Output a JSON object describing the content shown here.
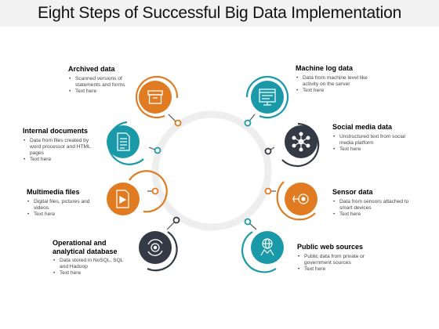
{
  "title": "Eight Steps of Successful Big Data Implementation",
  "colors": {
    "orange": "#e07b22",
    "teal": "#1a9aa8",
    "dark": "#343a45",
    "ring": "#eeeeee"
  },
  "steps": [
    {
      "name": "Archived data",
      "lines": [
        "Scanned versions of statements and forms"
      ],
      "more": "Text here",
      "color": "orange",
      "icon": "archive-box-icon"
    },
    {
      "name": "Internal documents",
      "lines": [
        "Data from files created by word processor and HTML pages"
      ],
      "more": "Text here",
      "color": "teal",
      "icon": "document-icon"
    },
    {
      "name": "Multimedia files",
      "lines": [
        "Digital files, pictures and videos"
      ],
      "more": "Text here",
      "color": "orange",
      "icon": "media-file-icon"
    },
    {
      "name": "Operational and analytical database",
      "lines": [
        "Data stored in NoSQL, SQL and Hadoop"
      ],
      "more": "Text here",
      "color": "dark",
      "icon": "database-cycle-icon"
    },
    {
      "name": "Machine log data",
      "lines": [
        "Data from machine level like activity on the server"
      ],
      "more": "Text here",
      "color": "teal",
      "icon": "server-log-icon"
    },
    {
      "name": "Social media data",
      "lines": [
        "Unstructured text from social media platform"
      ],
      "more": "Text here",
      "color": "dark",
      "icon": "social-network-icon"
    },
    {
      "name": "Sensor data",
      "lines": [
        "Data from sensors attached to smart devices"
      ],
      "more": "Text here",
      "color": "orange",
      "icon": "sensor-icon"
    },
    {
      "name": "Public web sources",
      "lines": [
        "Public data from private or government sources"
      ],
      "more": "Text here",
      "color": "teal",
      "icon": "web-globe-icon"
    }
  ]
}
